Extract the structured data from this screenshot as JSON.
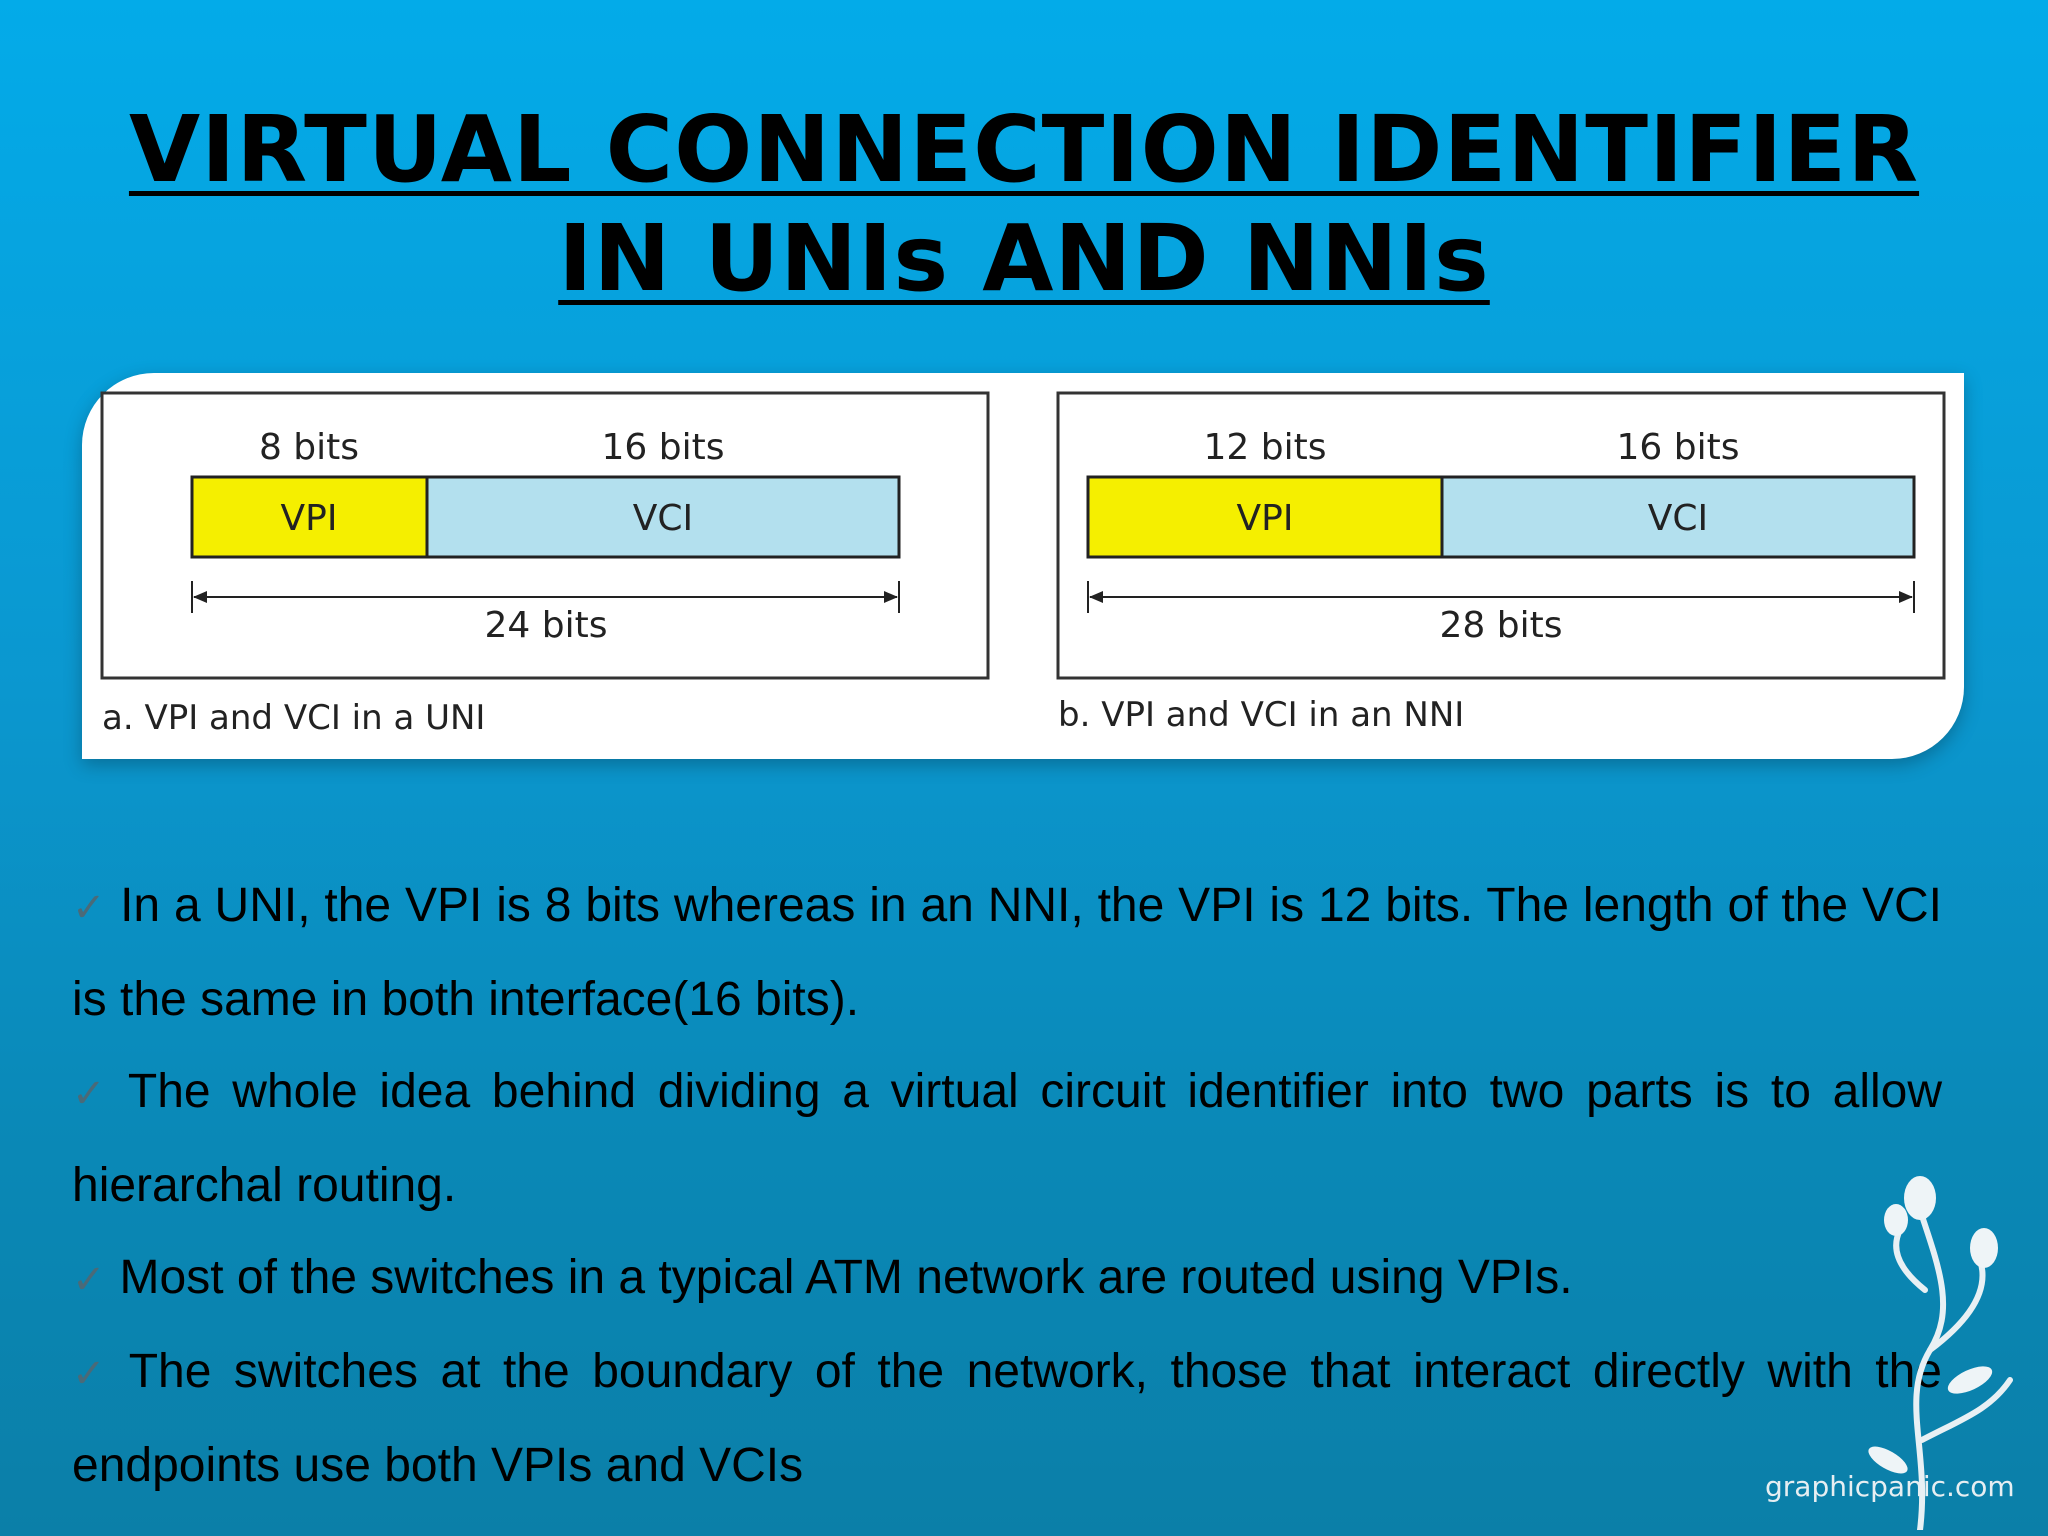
{
  "title": {
    "line1": "VIRTUAL CONNECTION IDENTIFIER",
    "line2": "IN UNIs AND NNIs"
  },
  "diagram": {
    "uni": {
      "vpi_bits": "8 bits",
      "vci_bits": "16 bits",
      "vpi_label": "VPI",
      "vci_label": "VCI",
      "total": "24 bits",
      "caption": "a. VPI and VCI in a UNI"
    },
    "nni": {
      "vpi_bits": "12 bits",
      "vci_bits": "16 bits",
      "vpi_label": "VPI",
      "vci_label": "VCI",
      "total": "28 bits",
      "caption": "b. VPI and VCI in an NNI"
    },
    "colors": {
      "vpi": "#f5ef00",
      "vci": "#b3e0ee"
    }
  },
  "bullets": [
    "In a UNI, the VPI is 8 bits whereas in an NNI, the VPI is 12 bits. The length of the VCI is the same in both interface(16 bits).",
    "The whole idea behind dividing a virtual circuit identifier into two parts is to allow hierarchal routing.",
    "Most of the switches in a typical ATM network are routed using VPIs.",
    "The switches at the boundary of the network, those that interact directly with the endpoints use both VPIs and VCIs"
  ],
  "check_icon": "checkmark-icon",
  "watermark": "graphicpanic.com"
}
